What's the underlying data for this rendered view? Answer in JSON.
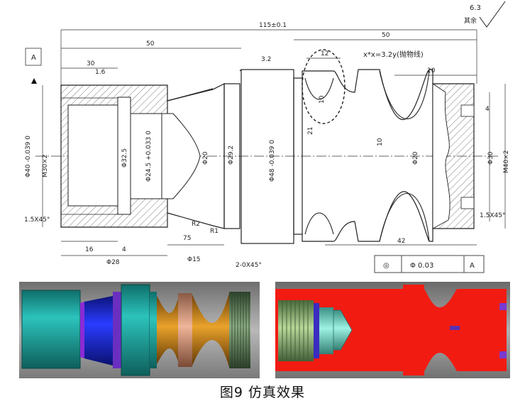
{
  "drawing": {
    "datum_label": "A",
    "roughness_value": "6.3",
    "roughness_note": "其余",
    "roughness_local": [
      "1.6",
      "3.2"
    ],
    "parabola_label": "x*x=3.2y(抛物线)",
    "dims_top": [
      "115±0.1",
      "50",
      "50",
      "30",
      "12",
      "20"
    ],
    "dims_vertical": [
      "Φ40 -0.039 0",
      "M30×2",
      "Φ32.5",
      "Φ24.5 +0.033 0",
      "Φ20",
      "Φ29.2",
      "Φ48 -0.039 0",
      "10",
      "21",
      "10",
      "Φ20",
      "Φ30",
      "M40×2"
    ],
    "dims_bottom": [
      "16",
      "4",
      "Φ28",
      "Φ15",
      "R2",
      "75",
      "R1",
      "2-0X45°",
      "42",
      "4"
    ],
    "chamfers": [
      "1.5X45°",
      "1.5X45°"
    ],
    "tolerance_frame": {
      "symbol": "◎",
      "value": "Φ 0.03",
      "datum": "A"
    }
  },
  "caption": "图9   仿真效果",
  "colors": {
    "cyan_part": "#1fa6a0",
    "blue_part": "#1c2bd6",
    "purple_part": "#7a28c8",
    "orange_part": "#c8851a",
    "salmon_part": "#d69a7a",
    "thread_green": "#5f7f5a",
    "red_section": "#f21b12",
    "bg_gray": "#9a9a9a"
  }
}
